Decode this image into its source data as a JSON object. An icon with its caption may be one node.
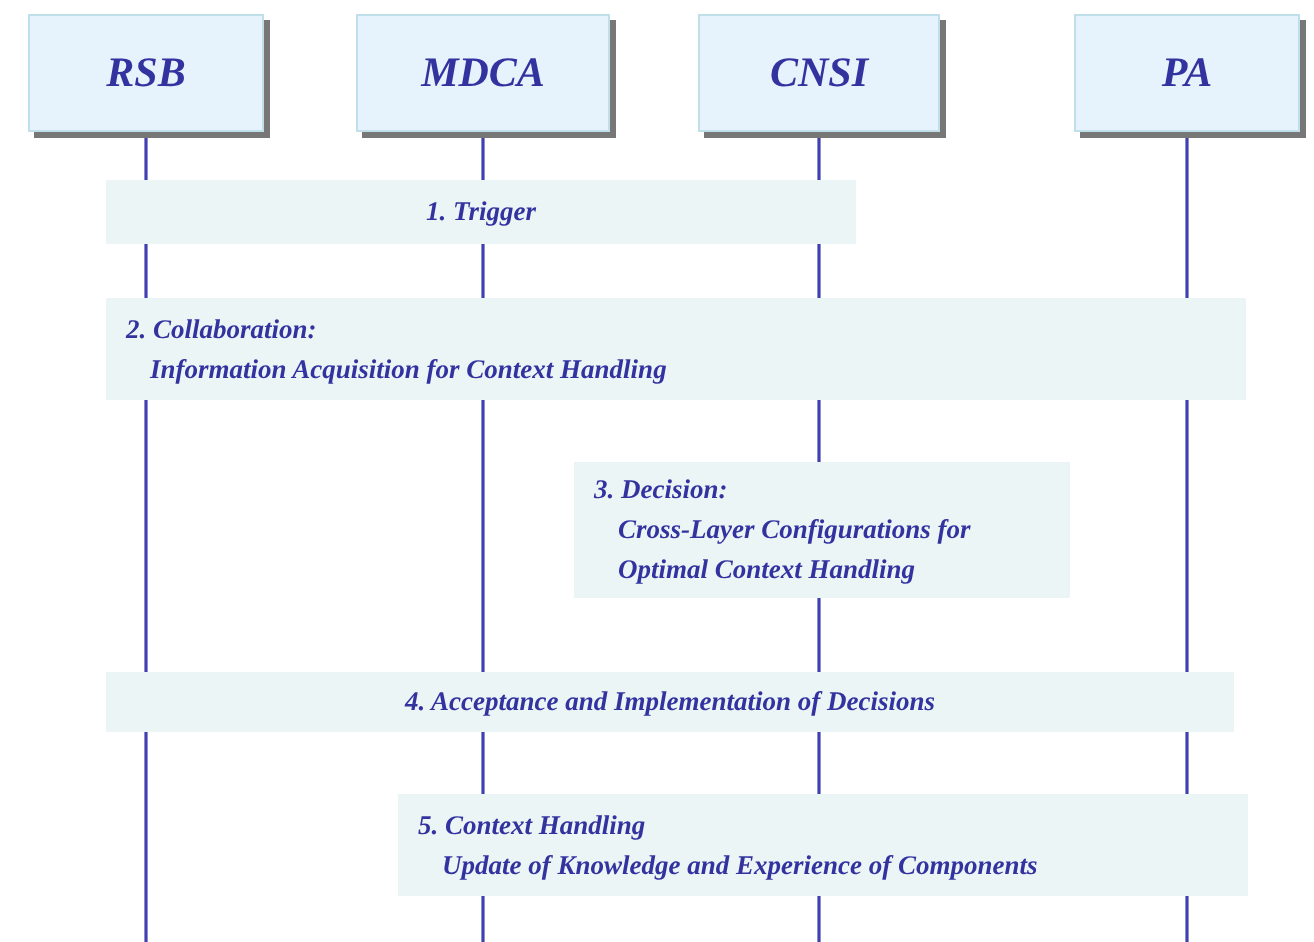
{
  "diagram": {
    "nodes": [
      {
        "text": [
          "RSB"
        ]
      },
      {
        "text": [
          "MDCA"
        ]
      },
      {
        "text": [
          "CNSI"
        ]
      },
      {
        "text": [
          "PA"
        ]
      },
      {
        "text": [
          "1. Trigger"
        ]
      },
      {
        "text": [
          "2. Collaboration:",
          "Information Acquisition for Context Handling"
        ]
      },
      {
        "text": [
          "3. Decision:",
          "Cross-Layer Configurations for Optimal Context Handling"
        ]
      },
      {
        "text": [
          "4. Acceptance and Implementation of Decisions"
        ]
      },
      {
        "text": [
          "5. Context Handling",
          "Update of Knowledge and Experience of Components"
        ]
      }
    ],
    "edges": [
      {
        "from": 0,
        "to": null,
        "arrow": "none"
      },
      {
        "from": 1,
        "to": null,
        "arrow": "none"
      },
      {
        "from": 2,
        "to": null,
        "arrow": "none"
      },
      {
        "from": 3,
        "to": null,
        "arrow": "none"
      }
    ]
  }
}
